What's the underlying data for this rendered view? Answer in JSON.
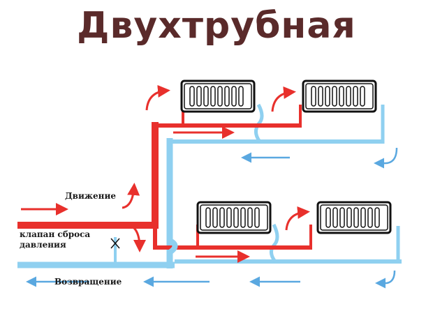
{
  "title": "Двухтрубная",
  "labels": {
    "flow": "Движение",
    "valve_line1": "клапан сброса",
    "valve_line2": "давления",
    "return": "Возвращение"
  },
  "colors": {
    "supply": "#e8302c",
    "return": "#8fd0f0",
    "return_arrow": "#5aa8e0",
    "radiator_stroke": "#111111",
    "title": "#5a2a2a"
  },
  "radiators": [
    {
      "name": "radiator-top-left",
      "fins": 8
    },
    {
      "name": "radiator-top-right",
      "fins": 8
    },
    {
      "name": "radiator-bottom-left",
      "fins": 8
    },
    {
      "name": "radiator-bottom-right",
      "fins": 8
    }
  ]
}
